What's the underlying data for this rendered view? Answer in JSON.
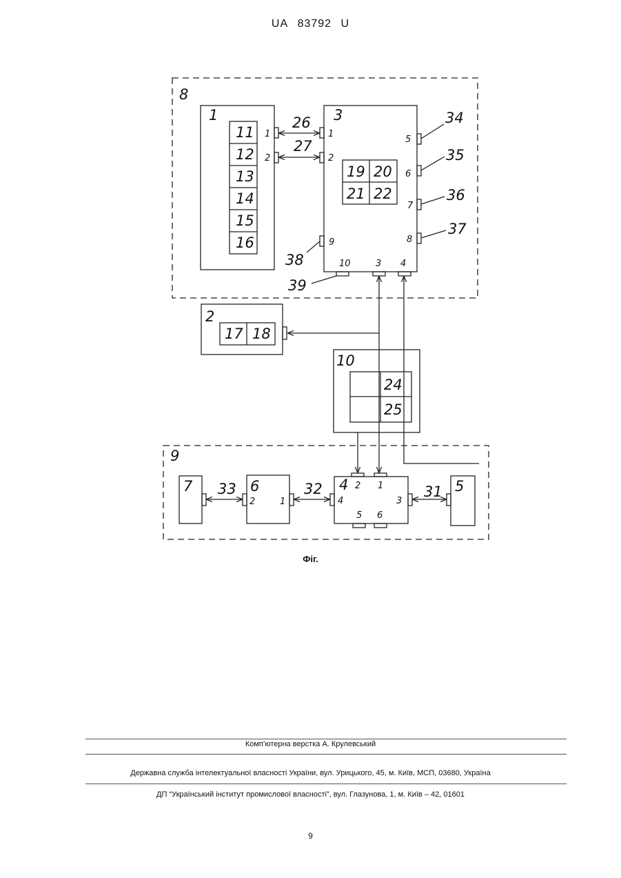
{
  "header": {
    "country": "UA",
    "number": "83792",
    "kind": "U"
  },
  "figure": {
    "block_labels": {
      "b8": "8",
      "b1": "1",
      "b3": "3",
      "b2": "2",
      "b10": "10",
      "b9": "9",
      "b4": "4",
      "b5": "5",
      "b6": "6",
      "b7": "7"
    },
    "cells_1": [
      "11",
      "12",
      "13",
      "14",
      "15",
      "16"
    ],
    "cells_3": [
      "19",
      "20",
      "21",
      "22"
    ],
    "cells_2": [
      "17",
      "18"
    ],
    "cells_10": [
      "24",
      "25"
    ],
    "links": {
      "l26": "26",
      "l27": "27",
      "l34": "34",
      "l35": "35",
      "l36": "36",
      "l37": "37",
      "l38": "38",
      "l39": "39",
      "l33": "33",
      "l32": "32",
      "l31": "31"
    },
    "pins": {
      "p1_1": "1",
      "p1_2": "2",
      "p3_1": "1",
      "p3_2": "2",
      "p3_5": "5",
      "p3_6": "6",
      "p3_7": "7",
      "p3_8": "8",
      "p3_9": "9",
      "p3_10": "10",
      "p3_3": "3",
      "p3_4": "4",
      "p4_2": "2",
      "p4_1": "1",
      "p4_4": "4",
      "p4_3": "3",
      "p4_5": "5",
      "p4_6": "6",
      "p6_2": "2",
      "p6_1": "1"
    }
  },
  "caption": "Фіг.",
  "footer": {
    "typesetting": "Комп’ютерна верстка А. Крулевський",
    "agency": "Державна служба інтелектуальної власності України, вул. Урицького, 45, м. Київ, МСП, 03680, Україна",
    "institute": "ДП “Український інститут промислової власності”, вул. Глазунова, 1, м. Київ – 42, 01601"
  },
  "page_number": "9"
}
